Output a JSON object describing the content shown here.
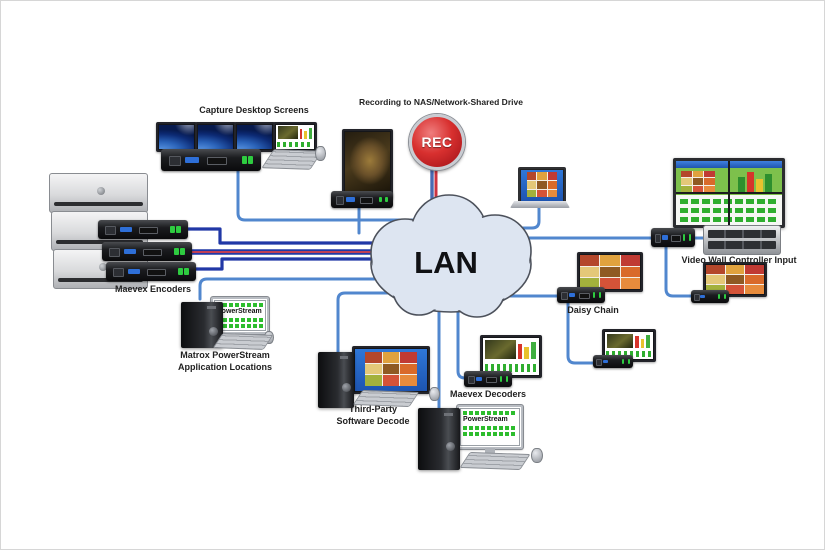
{
  "labels": {
    "capture": "Capture Desktop Screens",
    "recording": "Recording to NAS/Network-Shared Drive",
    "rec_badge": "REC",
    "encoders": "Maevex Encoders",
    "lan": "LAN",
    "video_wall": "Video Wall Controller Input",
    "daisy_chain": "Daisy Chain",
    "powerstream_line1": "Matrox PowerStream",
    "powerstream_line2": "Application Locations",
    "third_party_line1": "Third-Party",
    "third_party_line2": "Software Decode",
    "decoders": "Maevex Decoders",
    "powerstream_ui_title": "PowerStream"
  },
  "colors": {
    "line_blue": "#5187ce",
    "line_navy": "#2138a6",
    "line_red": "#d6404a",
    "cloud_fill": "#dde5f1",
    "cloud_stroke": "#4c515b",
    "rec_red": "#c9232a",
    "powerstream_green": "#2dbd2d"
  }
}
